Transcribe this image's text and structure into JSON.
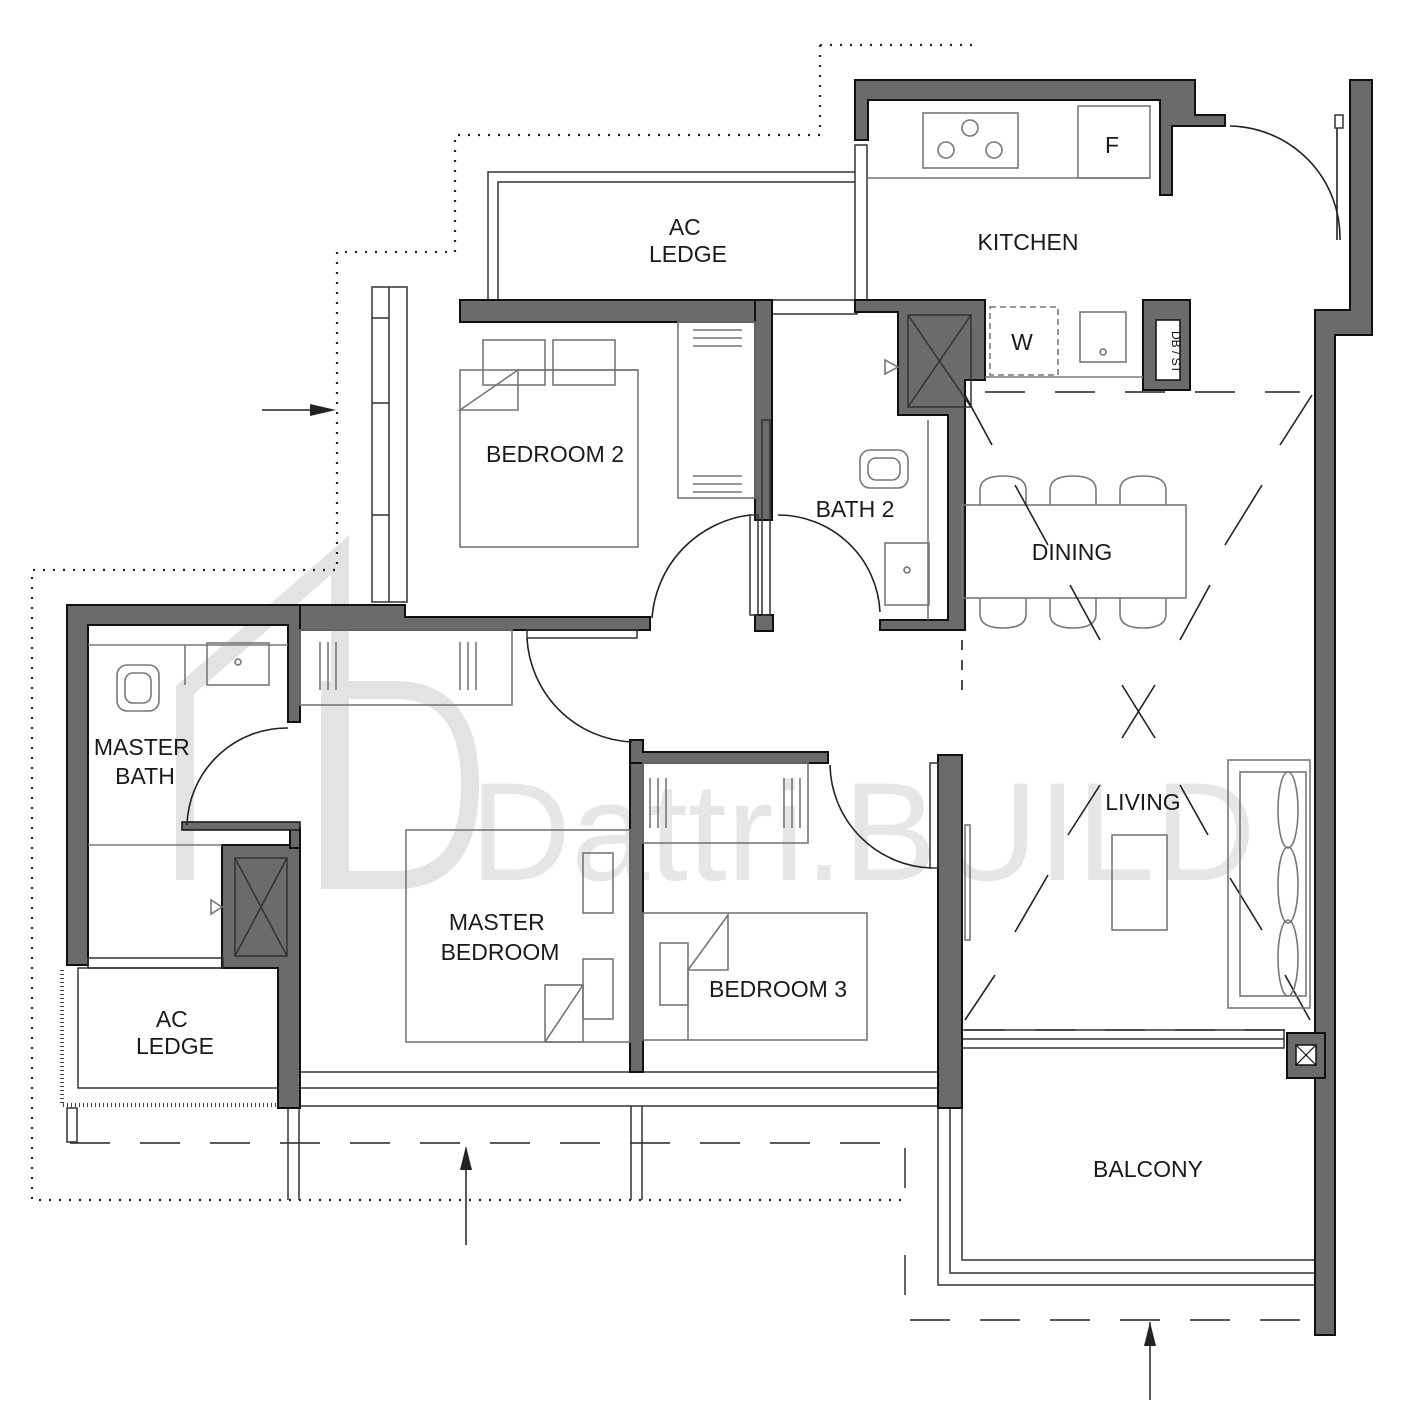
{
  "rooms": {
    "ac_ledge_top": "AC\nLEDGE",
    "kitchen": "KITCHEN",
    "fridge": "F",
    "washer": "W",
    "db_st": "DB / ST",
    "bedroom2": "BEDROOM 2",
    "bath2": "BATH 2",
    "dining": "DINING",
    "master_bath": "MASTER\nBATH",
    "living": "LIVING",
    "master_bedroom": "MASTER\nBEDROOM",
    "bedroom3": "BEDROOM 3",
    "ac_ledge_bottom": "AC\nLEDGE",
    "balcony": "BALCONY"
  },
  "watermark": "Dattri.BUILD",
  "colors": {
    "wall": "#6b6b6b",
    "line": "#333333",
    "watermark": "#e3e3e3"
  }
}
